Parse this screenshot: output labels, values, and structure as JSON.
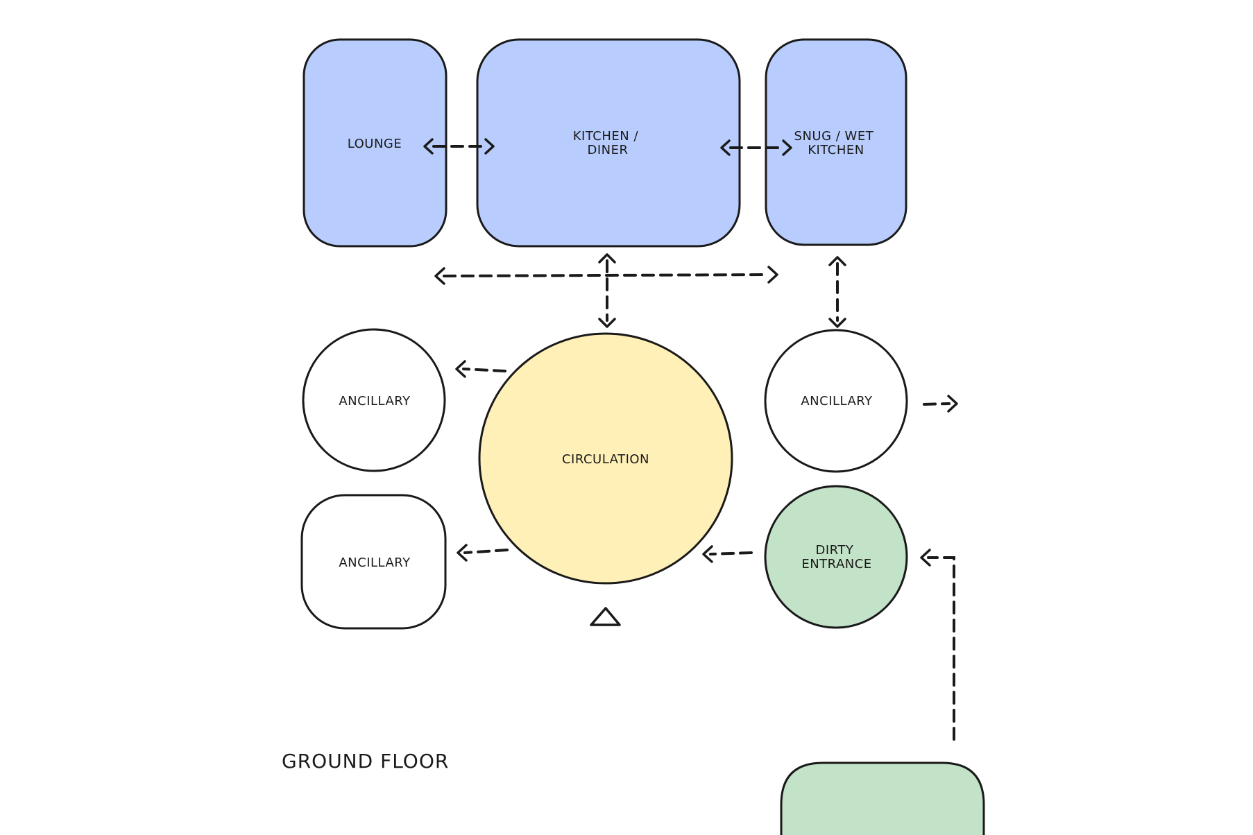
{
  "floor_label": "GROUND FLOOR",
  "colors": {
    "living_blue": "#b8cdfd",
    "circulation_yellow": "#fff0b8",
    "entrance_green": "#c3e3c8",
    "ancillary_white": "#ffffff",
    "ink": "#1a1a1a"
  },
  "nodes": {
    "lounge": {
      "lines": [
        "LOUNGE"
      ]
    },
    "kitchen_diner": {
      "lines": [
        "KITCHEN /",
        "DINER"
      ]
    },
    "snug_wet_kitchen": {
      "lines": [
        "SNUG / WET",
        "KITCHEN"
      ]
    },
    "ancillary_top_left": {
      "lines": [
        "ANCILLARY"
      ]
    },
    "ancillary_bottom_left": {
      "lines": [
        "ANCILLARY"
      ]
    },
    "circulation": {
      "lines": [
        "CIRCULATION"
      ]
    },
    "ancillary_right": {
      "lines": [
        "ANCILLARY"
      ]
    },
    "dirty_entrance": {
      "lines": [
        "DIRTY",
        "ENTRANCE"
      ]
    },
    "external_block": {
      "lines": []
    }
  }
}
